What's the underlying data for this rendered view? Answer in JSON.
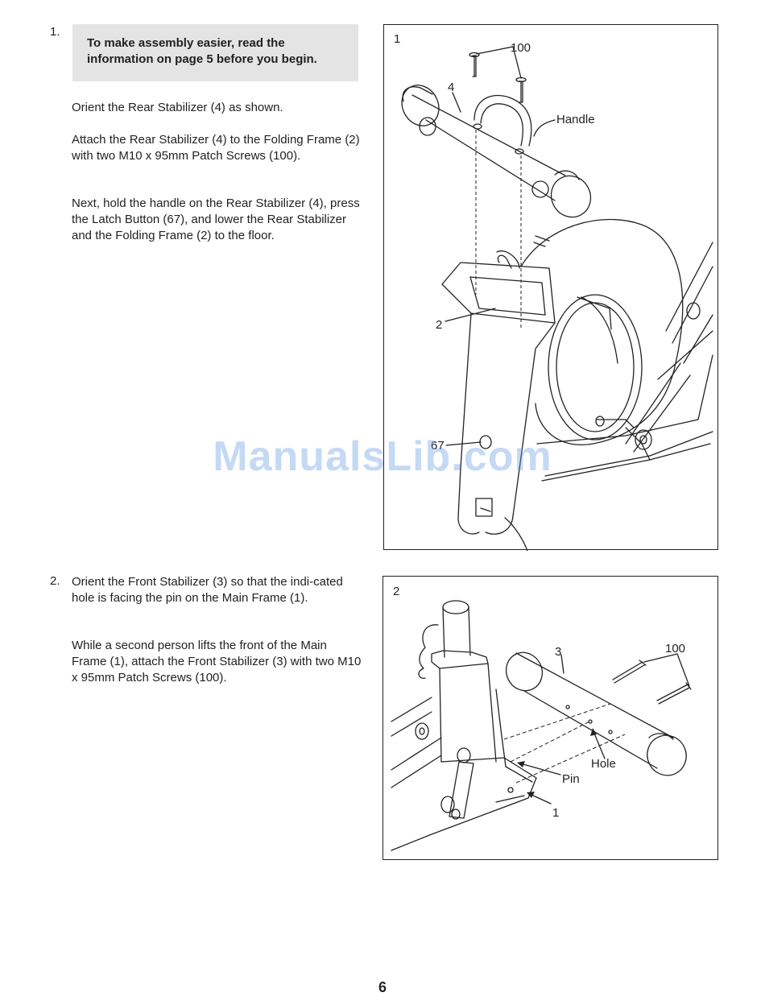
{
  "step1": {
    "number": "1.",
    "note": "To make assembly easier, read the information on page 5 before you begin.",
    "paragraphs": [
      "Orient the Rear Stabilizer (4) as shown.",
      "Attach the Rear Stabilizer (4) to the Folding Frame (2) with two M10 x 95mm Patch Screws (100).",
      "Next, hold the handle on the Rear Stabilizer (4), press the Latch Button (67), and lower the Rear Stabilizer and the Folding Frame (2) to the floor."
    ],
    "figure": {
      "number": "1",
      "callouts": {
        "screws": "100",
        "rear_stabilizer": "4",
        "handle": "Handle",
        "folding_frame": "2",
        "latch_button": "67"
      }
    }
  },
  "step2": {
    "number": "2.",
    "paragraphs": [
      "Orient the Front Stabilizer (3) so that the indi-cated hole is facing the pin on the Main Frame (1).",
      "While a second person lifts the front of the Main Frame (1), attach the Front Stabilizer (3) with two M10 x 95mm Patch Screws (100)."
    ],
    "figure": {
      "number": "2",
      "callouts": {
        "front_stabilizer": "3",
        "screws": "100",
        "hole": "Hole",
        "pin": "Pin",
        "main_frame": "1"
      }
    }
  },
  "page_number": "6",
  "watermark": "ManualsLib.com"
}
